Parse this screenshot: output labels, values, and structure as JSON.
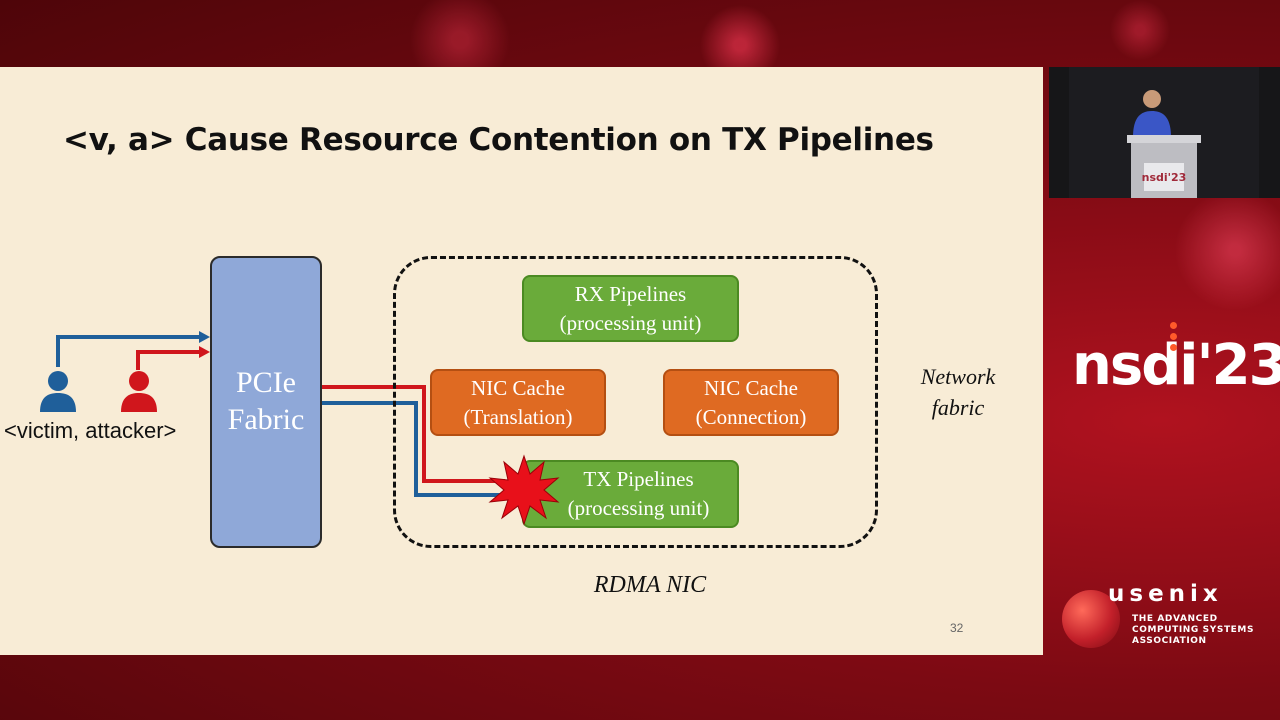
{
  "slide": {
    "title": "<v, a> Cause Resource Contention on TX Pipelines",
    "page_number": "32"
  },
  "users": {
    "label": "<victim, attacker>",
    "victim_color": "#1f5f9a",
    "attacker_color": "#d0161c"
  },
  "pcie": {
    "line1": "PCIe",
    "line2": "Fabric"
  },
  "nic": {
    "label": "RDMA NIC",
    "rx": {
      "line1": "RX Pipelines",
      "line2": "(processing unit)"
    },
    "cache_translation": {
      "line1": "NIC Cache",
      "line2": "(Translation)"
    },
    "cache_connection": {
      "line1": "NIC Cache",
      "line2": "(Connection)"
    },
    "tx": {
      "line1": "TX Pipelines",
      "line2": "(processing unit)"
    }
  },
  "network": {
    "line1": "Network",
    "line2": "fabric"
  },
  "branding": {
    "conference": "nsdi'23",
    "org_name": "usenix",
    "org_sub1": "THE ADVANCED",
    "org_sub2": "COMPUTING SYSTEMS",
    "org_sub3": "ASSOCIATION"
  },
  "colors": {
    "slide_bg": "#f8ecd6",
    "pcie": "#8fa8d8",
    "pipeline": "#6aab3a",
    "cache": "#df6a22",
    "contention_burst": "#e8101a"
  }
}
